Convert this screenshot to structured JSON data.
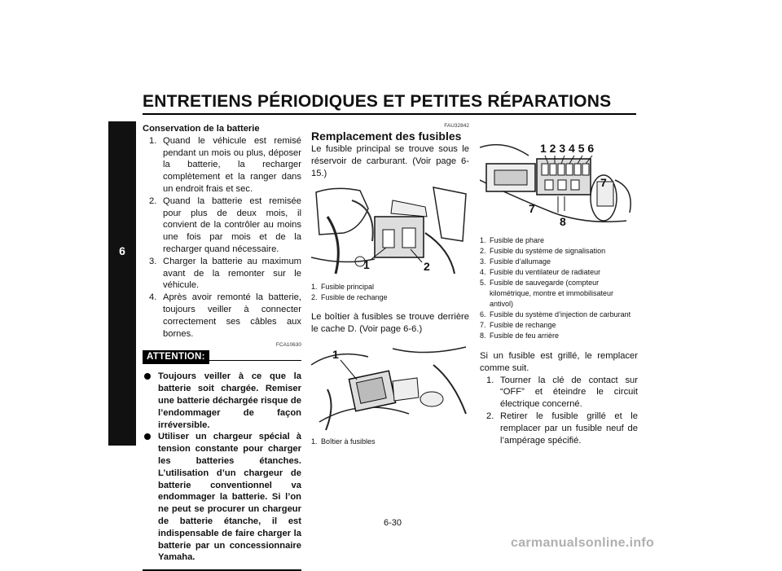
{
  "header": {
    "title": "ENTRETIENS PÉRIODIQUES ET PETITES RÉPARATIONS"
  },
  "chapter_tab": "6",
  "col1": {
    "heading": "Conservation de la batterie",
    "steps": [
      {
        "n": "1.",
        "text": "Quand le véhicule est remisé pendant un mois ou plus, déposer la batterie, la recharger complètement et la ranger dans un endroit frais et sec."
      },
      {
        "n": "2.",
        "text": "Quand la batterie est remisée pour plus de deux mois, il convient de la contrôler au moins une fois par mois et de la recharger quand nécessaire."
      },
      {
        "n": "3.",
        "text": "Charger la batterie au maximum avant de la remonter sur le véhicule."
      },
      {
        "n": "4.",
        "text": "Après avoir remonté la batterie, toujours veiller à connecter correctement ses câbles aux bornes."
      }
    ],
    "attention_code": "FCA10630",
    "attention_label": "ATTENTION:",
    "bullets": [
      "Toujours veiller à ce que la batterie soit chargée. Remiser une batterie déchargée risque de l’endommager de façon irréversible.",
      "Utiliser un chargeur spécial à tension constante pour charger les batteries étanches. L’utilisation d’un chargeur de batterie conventionnel va endommager la batterie. Si l’on ne peut se procurer un chargeur de batterie étanche, il est indispensable de faire charger la batterie par un concessionnaire Yamaha."
    ]
  },
  "col2": {
    "code": "FAU32842",
    "title": "Remplacement des fusibles",
    "intro": "Le fusible principal se trouve sous le réservoir de carburant. (Voir page 6-15.)",
    "fig1_labels": [
      "1",
      "2"
    ],
    "fig1_captions": [
      {
        "n": "1.",
        "text": "Fusible principal"
      },
      {
        "n": "2.",
        "text": "Fusible de rechange"
      }
    ],
    "text2": "Le boîtier à fusibles se trouve derrière le cache D. (Voir page 6-6.)",
    "fig2_labels": [
      "1"
    ],
    "fig2_captions": [
      {
        "n": "1.",
        "text": "Boîtier à fusibles"
      }
    ]
  },
  "col3": {
    "fig_labels": {
      "top": "1 2 3 4 5 6",
      "seven_a": "7",
      "seven_b": "7",
      "eight": "8"
    },
    "captions": [
      {
        "n": "1.",
        "text": "Fusible de phare"
      },
      {
        "n": "2.",
        "text": "Fusible du système de signalisation"
      },
      {
        "n": "3.",
        "text": "Fusible d’allumage"
      },
      {
        "n": "4.",
        "text": "Fusible du ventilateur de radiateur"
      },
      {
        "n": "5.",
        "text": "Fusible de sauvegarde (compteur kilométrique, montre et immobilisateur antivol)"
      },
      {
        "n": "6.",
        "text": "Fusible du système d’injection de carburant"
      },
      {
        "n": "7.",
        "text": "Fusible de rechange"
      },
      {
        "n": "8.",
        "text": "Fusible de feu arrière"
      }
    ],
    "para": "Si un fusible est grillé, le remplacer comme suit.",
    "steps": [
      {
        "n": "1.",
        "text": "Tourner la clé de contact sur “OFF” et éteindre le circuit électrique concerné."
      },
      {
        "n": "2.",
        "text": "Retirer le fusible grillé et le remplacer par un fusible neuf de l’ampérage spécifié."
      }
    ]
  },
  "footer": {
    "page_number": "6-30",
    "watermark": "carmanualsonline.info"
  }
}
